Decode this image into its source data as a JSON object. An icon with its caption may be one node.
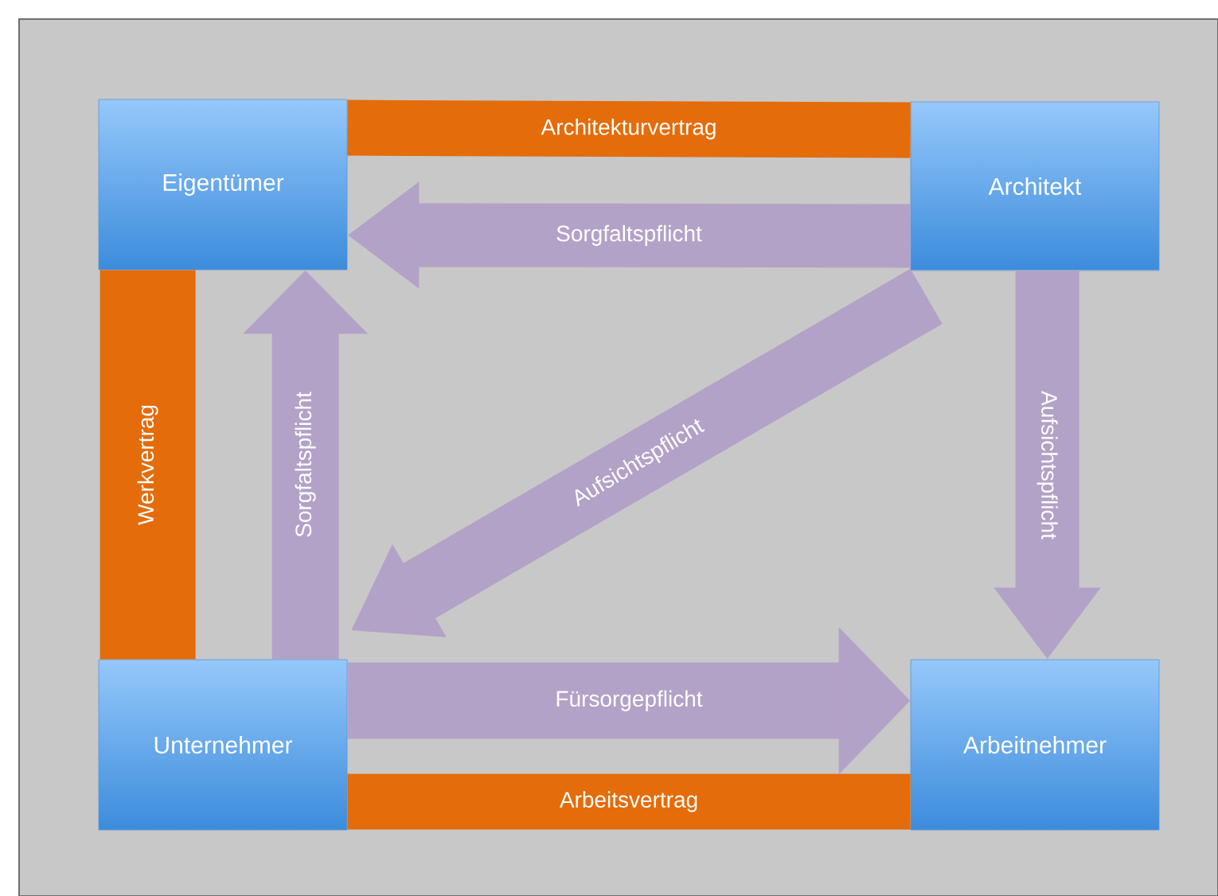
{
  "diagram": {
    "nodes": [
      {
        "text": [
          "Eigentümer"
        ]
      },
      {
        "text": [
          "Architekt"
        ]
      },
      {
        "text": [
          "Unternehmer"
        ]
      },
      {
        "text": [
          "Arbeitnehmer"
        ]
      }
    ],
    "edges": [
      {
        "from": 0,
        "to": 1,
        "arrow": "none",
        "label": "Architekturvertrag",
        "color": "#e46c0a"
      },
      {
        "from": 1,
        "to": 0,
        "arrow": "to",
        "label": "Sorgfaltspflicht"
      },
      {
        "from": 0,
        "to": 2,
        "arrow": "none",
        "label": "Werkvertrag",
        "color": "#e46c0a"
      },
      {
        "from": 2,
        "to": 0,
        "arrow": "to",
        "label": "Sorgfaltspflicht"
      },
      {
        "from": 1,
        "to": 2,
        "arrow": "to",
        "label": "Aufsichtspflicht"
      },
      {
        "from": 1,
        "to": 3,
        "arrow": "to",
        "label": "Aufsichtspflicht"
      },
      {
        "from": 2,
        "to": 3,
        "arrow": "to",
        "label": "Fürsorgepflicht"
      },
      {
        "from": 2,
        "to": 3,
        "arrow": "none",
        "label": "Arbeitsvertrag",
        "color": "#e46c0a"
      }
    ]
  }
}
